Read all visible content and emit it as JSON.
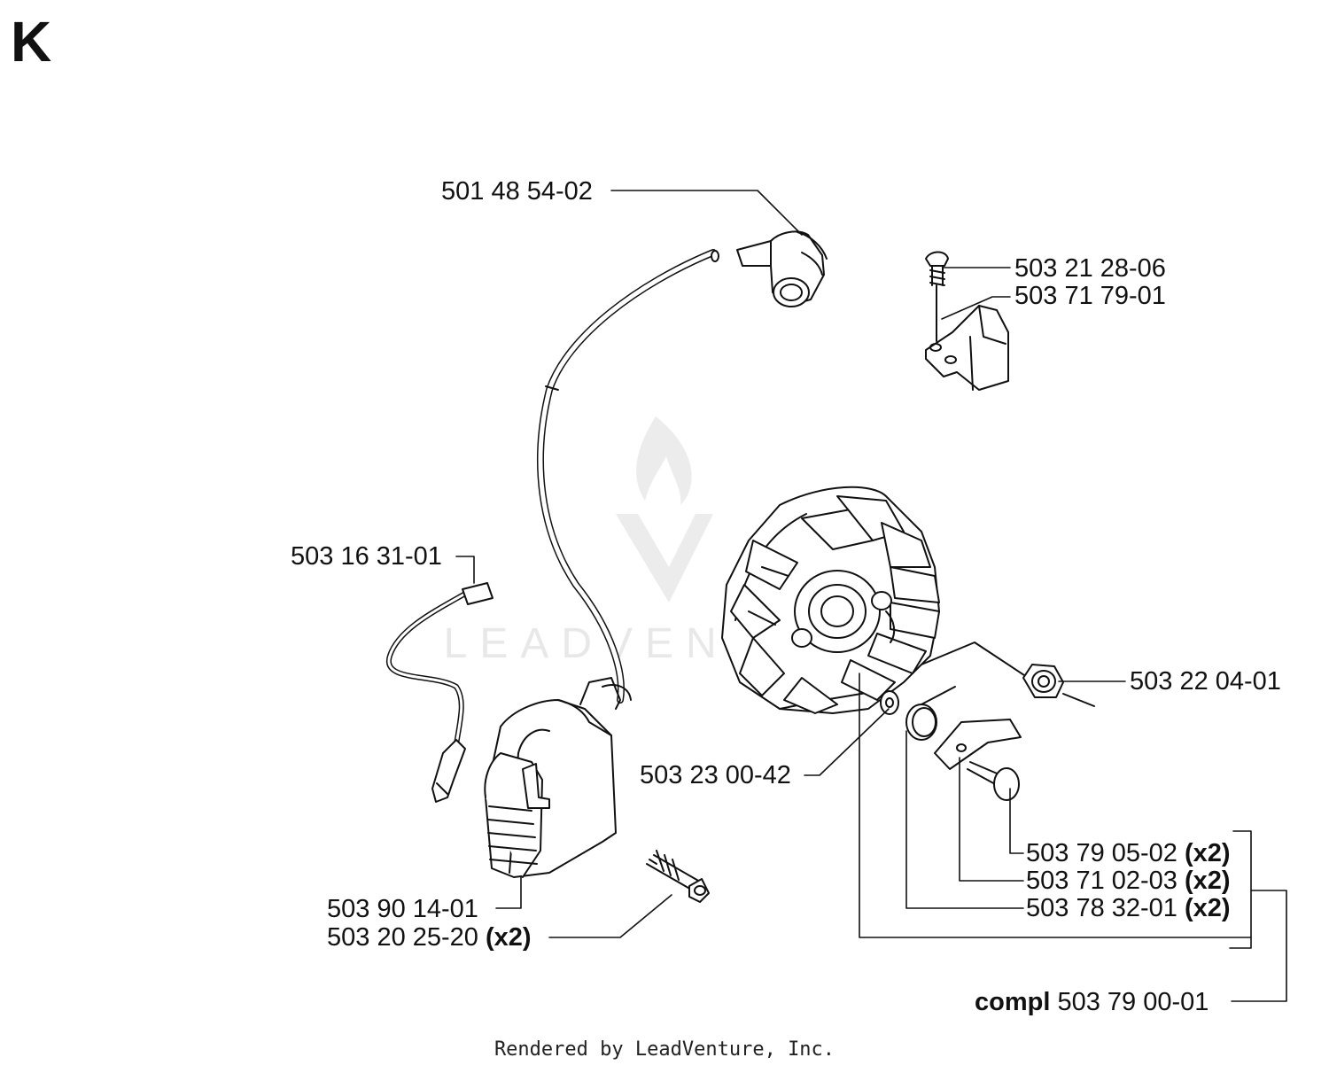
{
  "section_letter": "K",
  "footer": "Rendered by LeadVenture, Inc.",
  "watermark": "LEADVENTURE",
  "parts": {
    "spark_plug_cap": "501 48 54-02",
    "screw_top": "503 21 28-06",
    "cutoff_switch": "503 71 79-01",
    "terminal_wire": "503 16 31-01",
    "nut": "503 22 04-01",
    "washer": "503 23 00-42",
    "bolt_pin": "503 79 05-02",
    "pawl": "503 71 02-03",
    "spring": "503 78 32-01",
    "ignition_module": "503 90 14-01",
    "module_screw": "503 20 25-20",
    "compl_number": "503 79 00-01"
  },
  "qty_x2": "(x2)",
  "compl_word": "compl",
  "colors": {
    "line": "#111111",
    "watermark": "#e6e6e6"
  }
}
